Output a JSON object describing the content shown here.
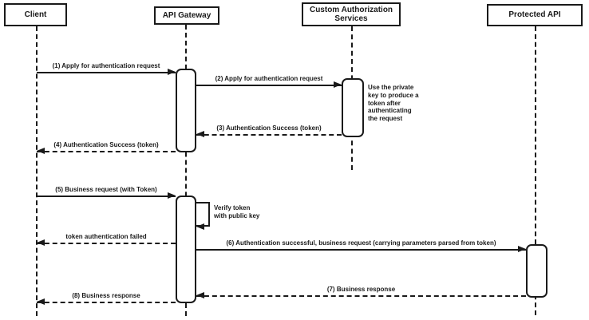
{
  "colors": {
    "ink": "#1a1a1a",
    "background": "#ffffff",
    "box_fill": "#ffffff"
  },
  "diagram": {
    "type": "uml-sequence",
    "actors": [
      {
        "label": "Client"
      },
      {
        "label": "API Gateway"
      },
      {
        "label": "Custom Authorization Services"
      },
      {
        "label": "Protected API"
      }
    ],
    "messages": [
      {
        "label": "(1) Apply for authentication request",
        "from": "Client",
        "to": "API Gateway",
        "line": "solid"
      },
      {
        "label": "(2) Apply for authentication request",
        "from": "API Gateway",
        "to": "Custom Authorization Services",
        "line": "solid"
      },
      {
        "label": "(3) Authentication Success (token)",
        "from": "Custom Authorization Services",
        "to": "API Gateway",
        "line": "dashed"
      },
      {
        "label": "(4) Authentication Success (token)",
        "from": "API Gateway",
        "to": "Client",
        "line": "dashed"
      },
      {
        "label": "(5) Business request (with Token)",
        "from": "Client",
        "to": "API Gateway",
        "line": "solid"
      },
      {
        "label": "token authentication failed",
        "from": "API Gateway",
        "to": "Client",
        "line": "dashed"
      },
      {
        "label": "(6) Authentication successful, business request (carrying parameters parsed from token)",
        "from": "API Gateway",
        "to": "Protected API",
        "line": "solid"
      },
      {
        "label": "(7) Business response",
        "from": "Protected API",
        "to": "API Gateway",
        "line": "dashed"
      },
      {
        "label": "(8) Business response",
        "from": "API Gateway",
        "to": "Client",
        "line": "dashed"
      }
    ],
    "self_message": {
      "label": "Verify token\nwith public key",
      "on": "API Gateway"
    },
    "note": {
      "label": "Use the private\nkey to produce a\ntoken after\nauthenticating\nthe request",
      "near": "Custom Authorization Services"
    }
  }
}
